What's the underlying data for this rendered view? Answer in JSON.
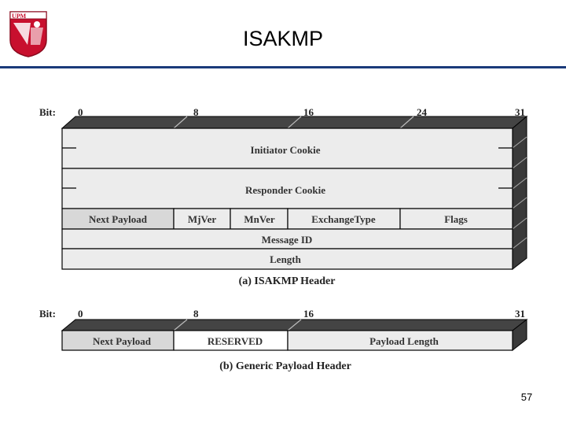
{
  "slide": {
    "title": "ISAKMP",
    "page_number": "57",
    "logo_text": "UPM"
  },
  "colors": {
    "header_rule": "#1a3a7a",
    "logo_red": "#c8102e",
    "field_light": "#ececec",
    "field_mid": "#d8d8d8",
    "side_dark": "#3a3a3a"
  },
  "diagram_a": {
    "bit_label": "Bit:",
    "bits": [
      "0",
      "8",
      "16",
      "24",
      "31"
    ],
    "fields": {
      "initiator_cookie": "Initiator Cookie",
      "responder_cookie": "Responder Cookie",
      "next_payload": "Next Payload",
      "mj_ver": "MjVer",
      "mn_ver": "MnVer",
      "exchange_type": "ExchangeType",
      "flags": "Flags",
      "message_id": "Message ID",
      "length": "Length"
    },
    "caption": "(a) ISAKMP Header"
  },
  "diagram_b": {
    "bit_label": "Bit:",
    "bits": [
      "0",
      "8",
      "16",
      "31"
    ],
    "fields": {
      "next_payload": "Next Payload",
      "reserved": "RESERVED",
      "payload_length": "Payload Length"
    },
    "caption": "(b) Generic Payload Header"
  }
}
